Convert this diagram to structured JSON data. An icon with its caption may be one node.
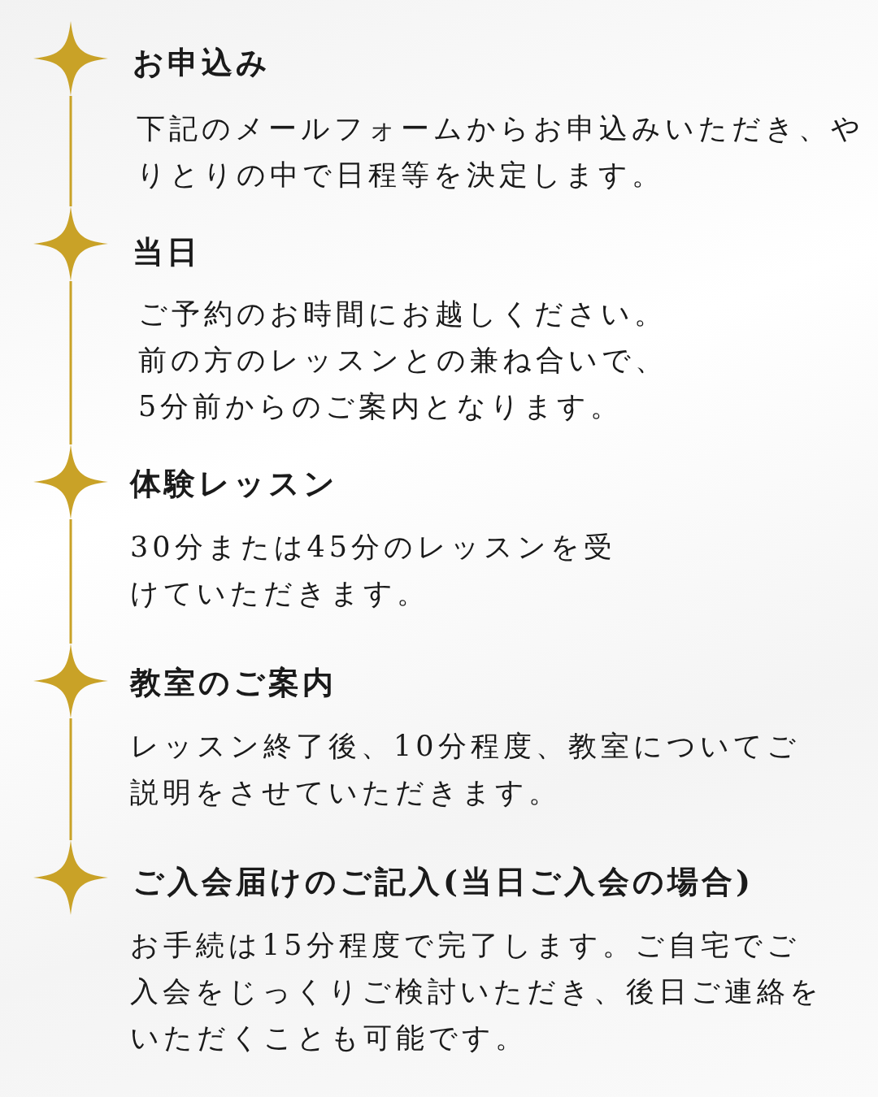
{
  "diagram": {
    "nodes": [
      {
        "text": [],
        "shape": "star"
      },
      {
        "text": [],
        "shape": "star"
      },
      {
        "text": [],
        "shape": "star"
      },
      {
        "text": [],
        "shape": "star"
      },
      {
        "text": [],
        "shape": "star"
      }
    ],
    "edges": [
      {
        "from": 0,
        "to": 1,
        "arrow": "none"
      },
      {
        "from": 1,
        "to": 2,
        "arrow": "none"
      },
      {
        "from": 2,
        "to": 3,
        "arrow": "none"
      },
      {
        "from": 3,
        "to": 4,
        "arrow": "none"
      }
    ],
    "labels": [
      "お申込み",
      "下記のメールフォームからお申込みいただき、やりとりの中で日程等を決定します。",
      "当日",
      "ご予約のお時間にお越しください。前の方のレッスンとの兼ね合いで、 5分前からのご案内となります。",
      "体験レッスン",
      "30分または45分のレッスンを受けていただきます。",
      "教室のご案内",
      "レッスン終了後、10分程度、教室についてご説明をさせていただきます。",
      "ご入会届けのご記入(当日ご入会の場合)",
      "お手続は15分程度で完了します。ご自宅でご入会をじっくりご検討いただき、後日ご連絡をいただくことも可能です。"
    ]
  }
}
